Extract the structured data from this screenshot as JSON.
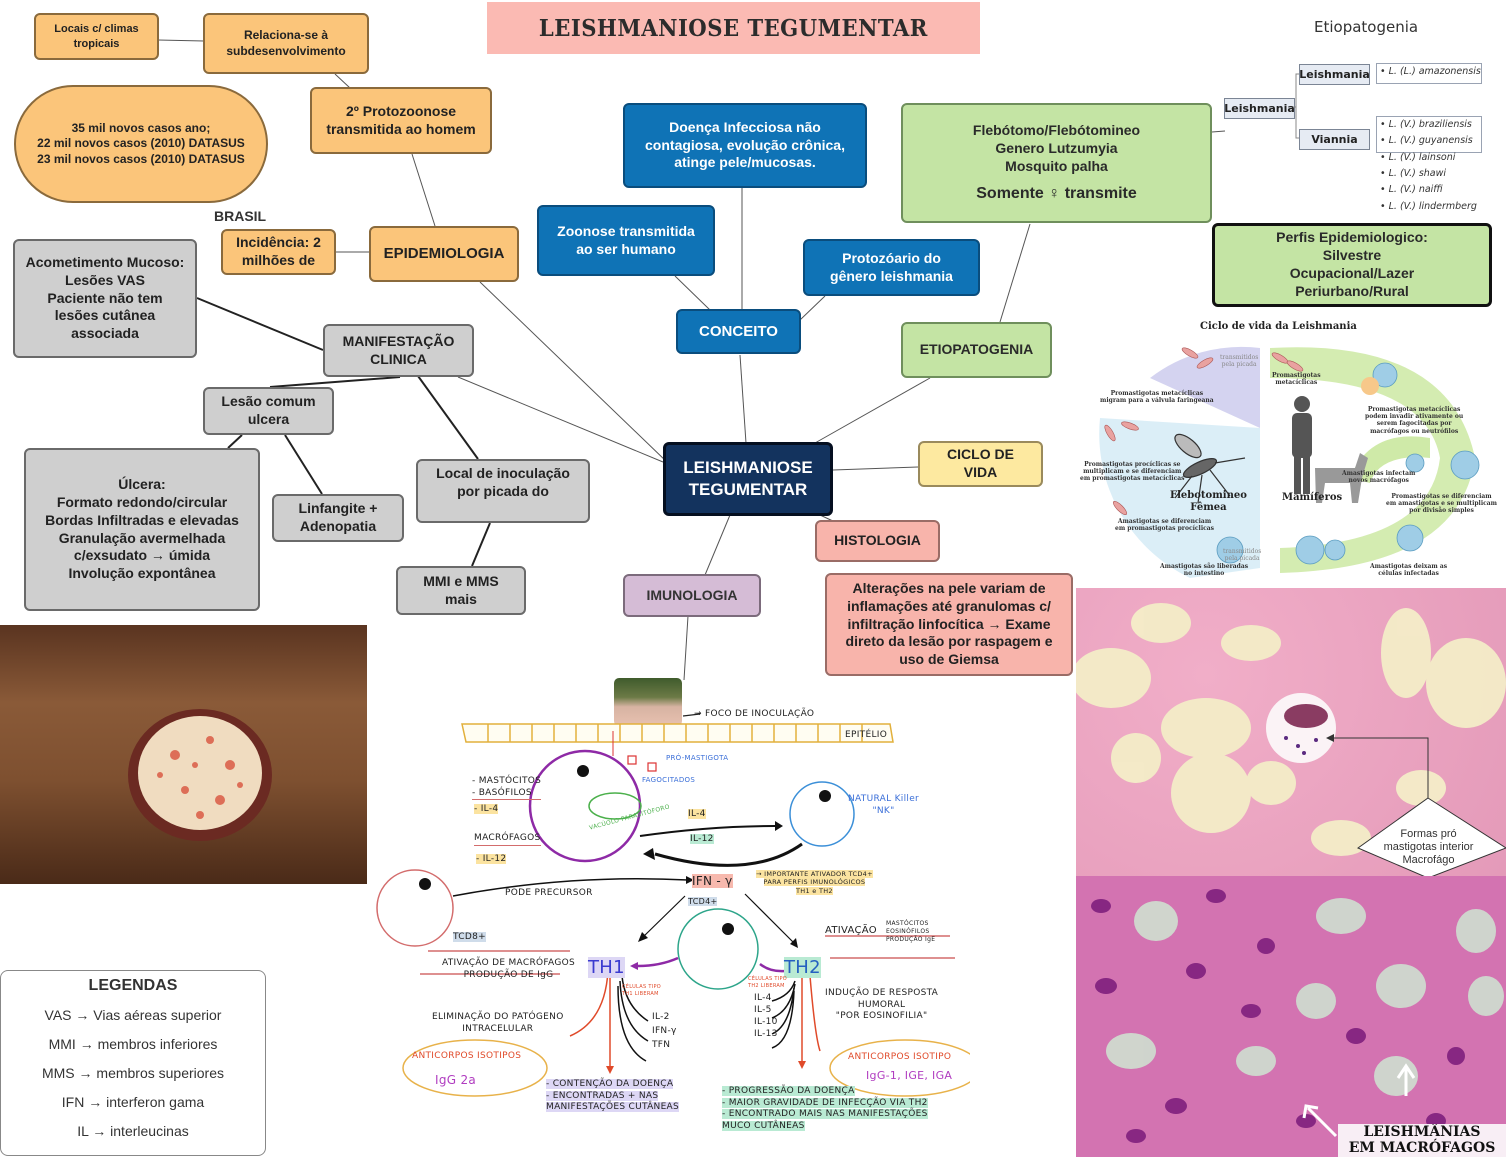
{
  "title": "LEISHMANIOSE TEGUMENTAR",
  "center_node": "LEISHMANIOSE\nTEGUMENTAR",
  "epidemiologia": {
    "label": "EPIDEMIOLOGIA",
    "locais": "Locais c/ climas\ntropicais",
    "relaciona": "Relaciona-se à\nsubdesenvolvimento",
    "protozoonose": "2º Protozoonose\ntransmitida ao homem",
    "casos": "35 mil novos casos ano;\n22 mil novos casos (2010) DATASUS\n23 mil novos casos (2010) DATASUS",
    "brasil": "BRASIL",
    "incidencia": "Incidência: 2\nmilhões de"
  },
  "conceito": {
    "label": "CONCEITO",
    "doenca": "Doença Infecciosa não\ncontagiosa, evolução crônica,\natinge pele/mucosas.",
    "zoonose": "Zoonose transmitida\nao ser humano",
    "protozoario": "Protozóario do\ngênero leishmania"
  },
  "etiopatogenia": {
    "label": "ETIOPATOGENIA",
    "vetor": "Flebótomo/Flebótomineo\nGenero Lutzumyia\nMosquito palha",
    "vetor_female": "Somente ♀ transmite",
    "diagram_title": "Etiopatogenia",
    "root": "Leishmania",
    "sub_leishmania": "Leishmania",
    "sub_viannia": "Viannia",
    "species_leishmania": [
      "• L. (L.) amazonensis"
    ],
    "species_viannia_boxed": [
      "• L. (V.) braziliensis",
      "• L. (V.) guyanensis"
    ],
    "species_viannia_other": [
      "• L. (V.) lainsoni",
      "• L. (V.) shawi",
      "• L. (V.) naiffi",
      "• L. (V.) lindermberg"
    ],
    "perfis": "Perfis Epidemiologico:\nSilvestre\nOcupacional/Lazer\nPeriurbano/Rural"
  },
  "manifestacao": {
    "label": "MANIFESTAÇÃO\nCLINICA",
    "mucoso": "Acometimento Mucoso:\nLesões VAS\nPaciente não tem\nlesões cutânea\nassociada",
    "lesao": "Lesão comum\nulcera",
    "ulcera": "Úlcera:\nFormato redondo/circular\nBordas Infiltradas e elevadas\nGranulação avermelhada\nc/exsudato → úmida\nInvolução expontânea",
    "linfangite": "Linfangite +\nAdenopatia",
    "local": "Local de inoculação\npor picada do",
    "mmi": "MMI e MMS\nmais"
  },
  "ciclo": {
    "label": "CICLO DE\nVIDA",
    "diagram_title": "Ciclo de vida da Leishmania",
    "host_vector": "Flebotomineo\nFêmea",
    "host_mammal": "Mamíferos",
    "steps": [
      "transmitidos\npela picada",
      "Promastigotas metacíclicas\nmigram para a válvula faringeana",
      "Promastigotas procíclicas se\nmultiplicam e se diferenciam\nem promastigotas metacíclicas",
      "Amastigotas se diferenciam\nem promastigotas procíclicas",
      "Amastigotas são liberadas\nno intestino",
      "transmitidos\npela picada",
      "Promastigotas\nmetacíclicas",
      "Promastigotas metacíclicas\npodem invadir ativamente ou\nserem fagocitadas por\nmacrófagos ou neutrófilos",
      "Amastigotas infectam\nnovos macrófagos",
      "Promastigotas se diferenciam\nem amastigotas e se multiplicam\npor divisão simples",
      "Amastigotas deixam as\ncélulas infectadas"
    ]
  },
  "histologia": {
    "label": "HISTOLOGIA",
    "text": "Alterações na pele variam de\ninflamações até granulomas c/\ninfiltração linfocítica → Exame\ndireto da lesão por raspagem e\nuso de Giemsa",
    "callout": "Formas pró\nmastigotas interior\nMacrofágo",
    "caption": "LEISHMÂNIAS\nEM MACRÓFAGOS"
  },
  "imunologia": {
    "label": "IMUNOLOGIA",
    "foco": "→ FOCO DE INOCULAÇÃO",
    "epitelio": "EPITÉLIO",
    "promastigota": "PRÓ-MASTIGOTA",
    "fagocitados": "FAGOCITADOS",
    "vacuolo": "VACÚOLO PARASITÓFORO",
    "mastocitos": "- MASTÓCITOS\n- BASÓFILOS",
    "il4_a": "- IL-4",
    "macrofagos": "MACRÓFAGOS",
    "il12_a": "- IL-12",
    "nk": "NATURAL Killer\n\"NK\"",
    "il4": "IL-4",
    "il12": "IL-12",
    "ifn": "IFN - γ",
    "ifn_note": "→ IMPORTANTE ATIVADOR TCD4+\nPARA PERFIS IMUNOLÓGICOS\nTH1 e TH2",
    "pode": "PODE PRECURSOR",
    "tcd4": "TCD4+",
    "tcd8": "TCD8+",
    "ativacao": "ATIVAÇÃO",
    "ativacao_list": "MASTÓCITOS\nEOSINÓFILOS\nPRODUÇÃO IgE",
    "th1": "TH1",
    "th2": "TH2",
    "th1_left": "ATIVAÇÃO DE MACRÓFAGOS\nPRODUÇÃO DE IgG",
    "th1_elim": "ELIMINAÇÃO DO PATÓGENO\nINTRACELULAR",
    "th1_cells": "CÉLULAS TIPO\nTH1 LIBERAM",
    "th1_cyto": "IL-2\nIFN-γ\nTFN",
    "th1_ab_title": "ANTICORPOS ISOTIPOS",
    "th1_ab": "IgG 2a",
    "th1_out": "- CONTENÇÃO DA DOENÇA\n- ENCONTRADAS + NAS\nMANIFESTAÇÕES CUTÂNEAS",
    "th2_cells": "CÉLULAS TIPO\nTH2 LIBERAM",
    "th2_cyto": "IL-4\nIL-5\nIL-10\nIL-13",
    "th2_right": "INDUÇÃO DE RESPOSTA\nHUMORAL\n\"POR EOSINOFILIA\"",
    "th2_ab_title": "ANTICORPOS ISOTIPO",
    "th2_ab": "IgG-1, IGE, IGA",
    "th2_out": "- PROGRESSÃO DA DOENÇA\n- MAIOR GRAVIDADE DE INFECÇÃO VIA TH2\n- ENCONTRADO MAIS NAS MANIFESTAÇÕES\nMUCO CUTÂNEAS"
  },
  "legend": {
    "title": "LEGENDAS",
    "items": [
      "VAS → Vias aéreas superior",
      "MMI → membros inferiores",
      "MMS → membros superiores",
      "IFN → interferon gama",
      "IL → interleucinas"
    ]
  },
  "colors": {
    "epidemiologia": "#fbc57a",
    "conceito": "#0f73b6",
    "etiopatogenia": "#c4e4a4",
    "manifestacao": "#cfcfcf",
    "ciclo": "#fde9a0",
    "histologia": "#f8b4ab",
    "imunologia": "#d5bcd6",
    "center": "#13335e",
    "title_banner": "#fbbab3"
  }
}
